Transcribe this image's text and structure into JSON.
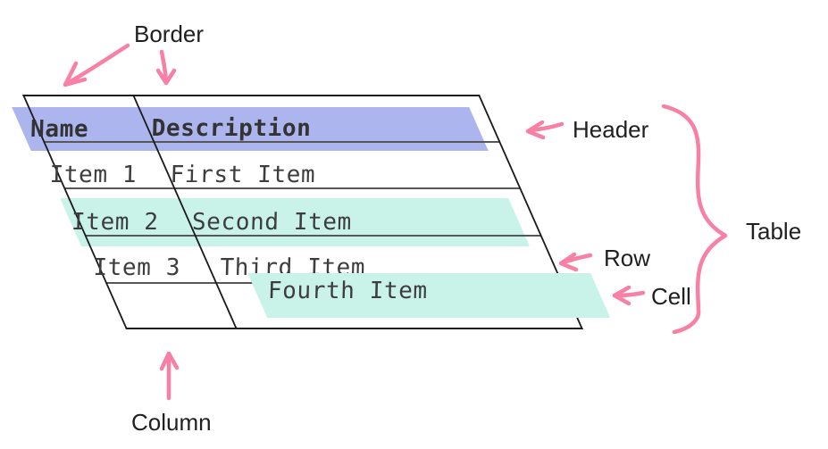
{
  "table": {
    "header": [
      "Name",
      "Description"
    ],
    "rows": [
      {
        "name": "Item 1",
        "description": "First Item"
      },
      {
        "name": "Item 2",
        "description": "Second Item"
      },
      {
        "name": "Item 3",
        "description": "Third Item"
      },
      {
        "name": "",
        "description": "Fourth Item"
      }
    ]
  },
  "annotations": {
    "border": "Border",
    "header": "Header",
    "table": "Table",
    "row": "Row",
    "cell": "Cell",
    "column": "Column"
  },
  "colors": {
    "header_highlight": "#acb5ee",
    "row_highlight": "#c9f3e8",
    "cell_highlight": "#c9f3e8",
    "annotation_pink": "#f780a4",
    "border_line": "#1c1c1c",
    "grid_line": "#575757",
    "table_text": "#3d3d3d",
    "label_text": "#202020"
  }
}
